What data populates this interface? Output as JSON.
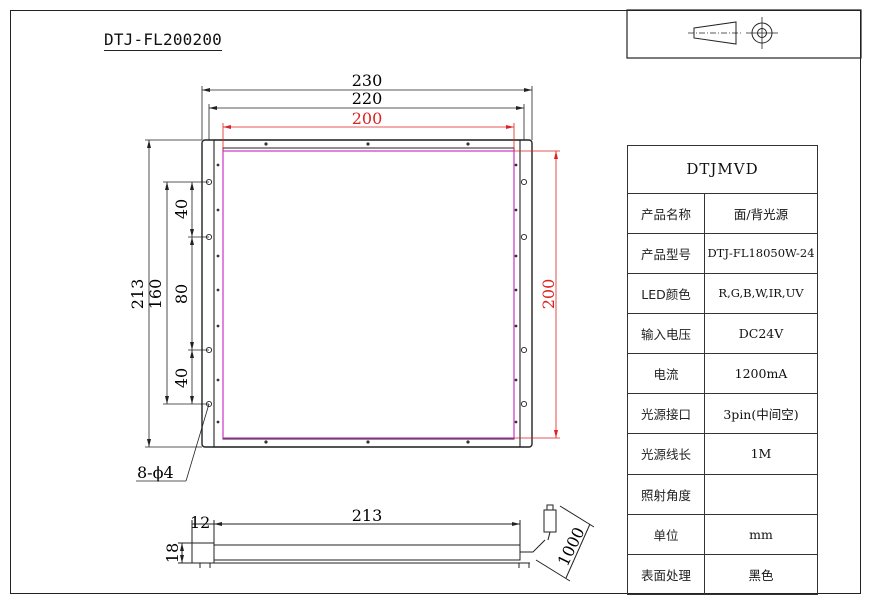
{
  "drawing": {
    "model": "DTJ-FL200200",
    "dims_top": {
      "outer_width": "230",
      "frame_width": "220",
      "emit_width": "200"
    },
    "dims_left": {
      "outer_height": "213",
      "hole_span": "160",
      "seg_top": "40",
      "seg_mid": "80",
      "seg_bot": "40"
    },
    "dims_right": {
      "emit_height": "200"
    },
    "hole_callout": "8-ϕ4",
    "side_view": {
      "thickness": "18",
      "step": "12",
      "length": "213",
      "cable": "1000"
    }
  },
  "spec_table": {
    "brand": "DTJMVD",
    "rows": [
      {
        "label": "产品名称",
        "value": "面/背光源"
      },
      {
        "label": "产品型号",
        "value": "DTJ-FL18050W-24"
      },
      {
        "label": "LED颜色",
        "value": "R,G,B,W,IR,UV"
      },
      {
        "label": "输入电压",
        "value": "DC24V"
      },
      {
        "label": "电流",
        "value": "1200mA"
      },
      {
        "label": "光源接口",
        "value": "3pin(中间空)"
      },
      {
        "label": "光源线长",
        "value": "1M"
      },
      {
        "label": "照射角度",
        "value": ""
      },
      {
        "label": "单位",
        "value": "mm"
      },
      {
        "label": "表面处理",
        "value": "黑色"
      }
    ]
  },
  "colors": {
    "line": "#222222",
    "emit_area": "#cc33cc",
    "dim_red": "#dd2222"
  }
}
